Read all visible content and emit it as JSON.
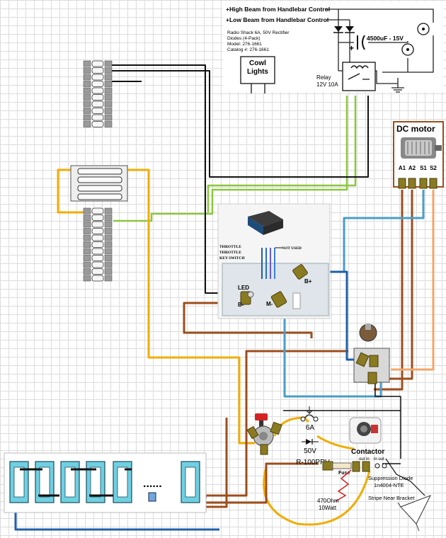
{
  "top_box": {
    "high_beam": "+High Beam from Handlebar Control",
    "low_beam": "+Low Beam from Handlebar Control",
    "diode_line1": "Radio Shack 6A, 50V Rectifier",
    "diode_line2": "Diodes (4-Pack)",
    "diode_line3": "Model: 276-1661",
    "diode_line4": "Catalog #: 276-1661",
    "cowl_line1": "Cowl",
    "cowl_line2": "Lights",
    "capacitor": "4500uF - 15V",
    "cap_plus": "+",
    "relay_line1": "Relay",
    "relay_line2": "12V 10A"
  },
  "motor": {
    "title": "DC motor",
    "terminals": [
      "A1",
      "A2",
      "S1",
      "S2"
    ]
  },
  "controller": {
    "throttle1": "THROTTLE",
    "throttle2": "THROTTLE",
    "throttle3": "KEY SWITCH",
    "not_used": "NOT USED",
    "led": "LED",
    "b_minus": "B-",
    "m_minus": "M-",
    "b_plus": "B+"
  },
  "fuse_block": {
    "amps": "6A",
    "volts": "50V",
    "prv": "R-100PRV"
  },
  "contactor": {
    "title": "Contactor",
    "fuse": "Fuse",
    "out_in": "out  in",
    "in_out": "in out",
    "diode_line1": "Suppression Diode",
    "diode_line2": "1n4004-NTE",
    "diode_line3": "Stripe Near Bracket",
    "resistor_line1": "470Ohm",
    "resistor_line2": "10Watt"
  },
  "battery": {
    "dots": "......"
  },
  "colors": {
    "black_wire": "#111111",
    "green_wire": "#8cc63f",
    "orange_wire": "#f0ad00",
    "brown_wire": "#9c4e1c",
    "blue_wire": "#4a9dc9",
    "dark_blue_wire": "#1f5fa8",
    "peach_wire": "#f4a56a",
    "red_wire": "#d22222",
    "battery_fill": "#6fd0e2"
  }
}
